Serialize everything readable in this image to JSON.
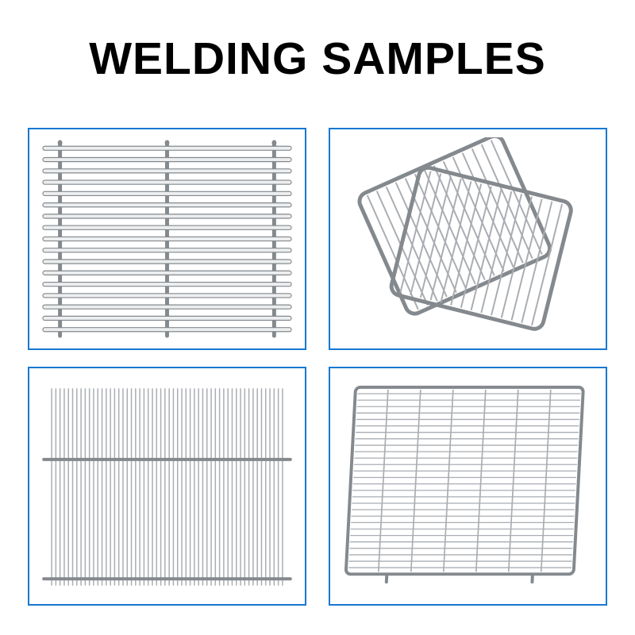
{
  "title": "WELDING SAMPLES",
  "colors": {
    "panel_border": "#1778d2",
    "wire": "#a9adb2",
    "wire_dark": "#84898e",
    "wire_fill": "#eceeef"
  },
  "panels": [
    {
      "name": "horizontal-rod-grate-photo",
      "type": "h_rods",
      "rods": 17,
      "supports": 3
    },
    {
      "name": "overlapping-grid-trays-photo",
      "type": "overlap",
      "wires": 14,
      "trays": 2
    },
    {
      "name": "vertical-wire-grate-photo",
      "type": "v_wires",
      "wires": 56,
      "supports": 2
    },
    {
      "name": "wire-mesh-tray-photo",
      "type": "mesh",
      "h_wires": 28,
      "v_wires": 6
    }
  ]
}
